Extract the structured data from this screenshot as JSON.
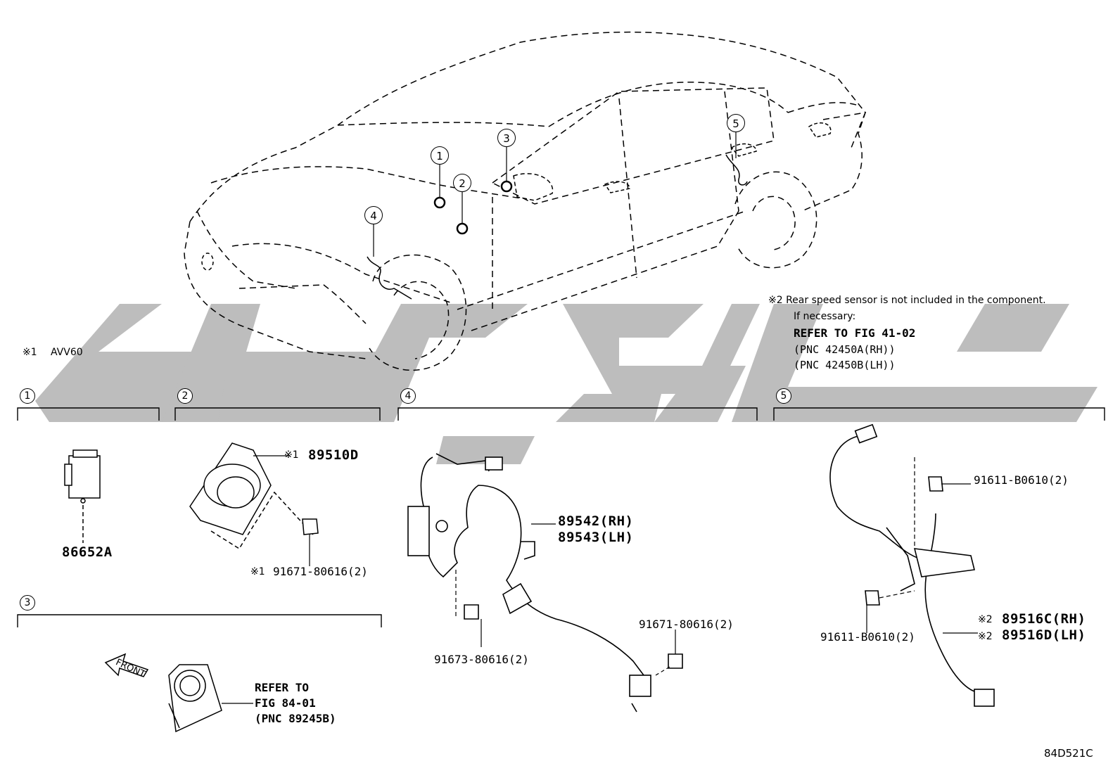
{
  "notes": {
    "note1_mark": "※1",
    "note1_text": "AVV60",
    "note2_line1": "※2 Rear speed sensor is not included in the component.",
    "note2_line2": "If necessary:",
    "note2_line3": "REFER TO FIG 41-02",
    "note2_line4": "(PNC 42450A(RH))",
    "note2_line5": "(PNC 42450B(LH))"
  },
  "car_callouts": [
    "1",
    "2",
    "3",
    "4",
    "5"
  ],
  "sections": [
    {
      "num": "1"
    },
    {
      "num": "2"
    },
    {
      "num": "3"
    },
    {
      "num": "4"
    },
    {
      "num": "5"
    }
  ],
  "parts": {
    "p1": "86652A",
    "p2_mark": "※1",
    "p2": "89510D",
    "p2_bolt_mark": "※1",
    "p2_bolt": "91671-80616(2)",
    "p3_front": "FRONT",
    "p3_ref1": "REFER TO",
    "p3_ref2": "FIG 84-01",
    "p3_ref3": "(PNC 89245B)",
    "p4_rh": "89542(RH)",
    "p4_lh": "89543(LH)",
    "p4_bolt_a": "91671-80616(2)",
    "p4_bolt_b": "91673-80616(2)",
    "p5_bolt_a": "91611-B0610(2)",
    "p5_bolt_b": "91611-B0610(2)",
    "p5_rh_mark": "※2",
    "p5_rh": "89516C(RH)",
    "p5_lh_mark": "※2",
    "p5_lh": "89516D(LH)"
  },
  "figure_code": "84D521C",
  "colors": {
    "watermark": "#bdbdbd",
    "line": "#000000",
    "background": "#ffffff"
  }
}
